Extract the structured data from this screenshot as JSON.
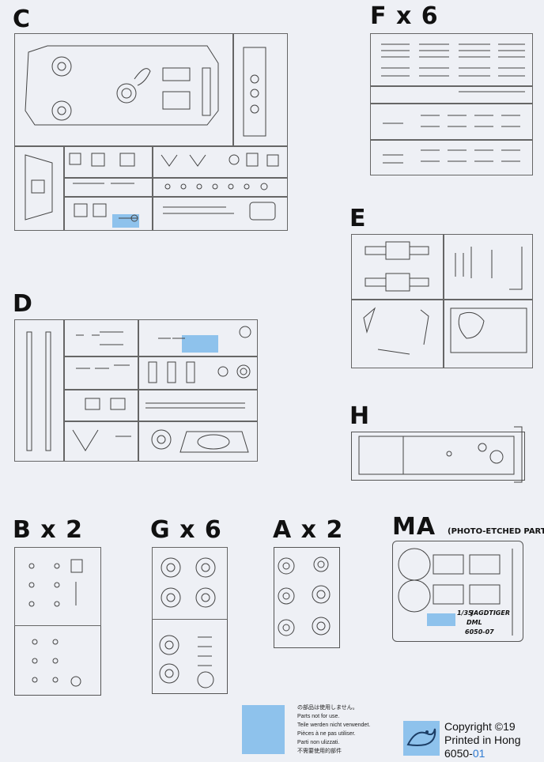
{
  "sprue_labels": {
    "C": "C",
    "F": "F x 6",
    "E": "E",
    "D": "D",
    "H": "H",
    "B": "B x 2",
    "G": "G x 6",
    "A": "A x 2",
    "MA": "MA",
    "MA_note": "(PHOTO-ETCHED PARTS)"
  },
  "etched_plate": {
    "scale": "1/35",
    "name": "JAGDTIGER",
    "brand": "DML",
    "code": "6050-07"
  },
  "legend": {
    "lines": [
      "の部品は使用しません。",
      "Parts not for use.",
      "Teile werden nicht verwendet.",
      "Pièces à ne pas utiliser.",
      "Parti non ulizzati.",
      "不需要使用的部件"
    ],
    "swatch_color": "#8ec2ec"
  },
  "footer": {
    "copyright": "Copyright ©19",
    "printed": "Printed in Hong",
    "code_prefix": "6050-",
    "code_suffix": "01"
  },
  "colors": {
    "unused_part": "#8ec2ec",
    "background": "#eef0f5",
    "line": "#555555"
  }
}
